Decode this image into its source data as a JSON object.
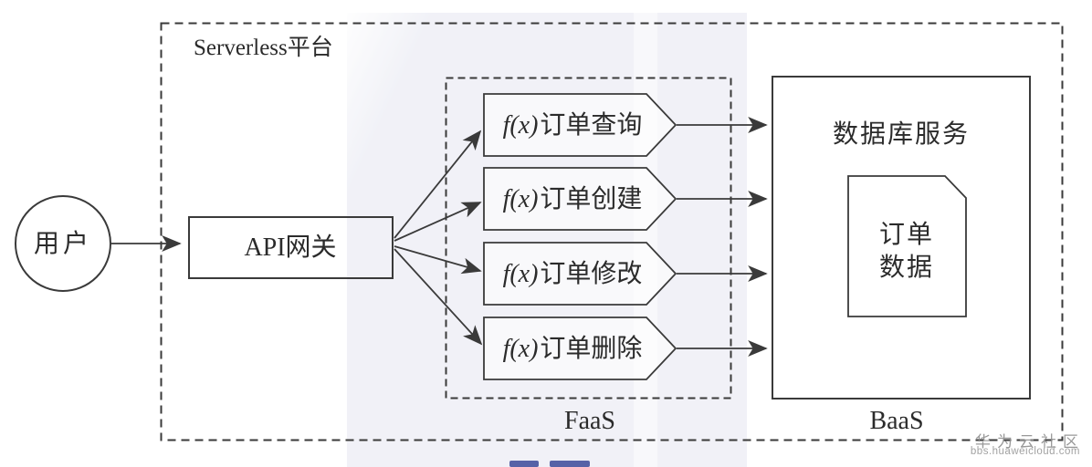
{
  "colors": {
    "line": "#3a3a3a",
    "text": "#2b2b2b",
    "watermark_wash": "#e9eaf3",
    "watermark_text": "#8e8e8e",
    "logo_navy": "#2f3f92"
  },
  "diagram": {
    "platform_label": "Serverless平台",
    "user_label": "用户",
    "api_gateway_label": "API网关",
    "functions": [
      {
        "prefix": "f(x)",
        "label": "订单查询"
      },
      {
        "prefix": "f(x)",
        "label": "订单创建"
      },
      {
        "prefix": "f(x)",
        "label": "订单修改"
      },
      {
        "prefix": "f(x)",
        "label": "订单删除"
      }
    ],
    "faas_label": "FaaS",
    "baas_label": "BaaS",
    "database_service_label": "数据库服务",
    "order_data_line1": "订单",
    "order_data_line2": "数据"
  },
  "watermark": {
    "community": "华为云社区",
    "site": "bbs.huaweicloud.com"
  }
}
